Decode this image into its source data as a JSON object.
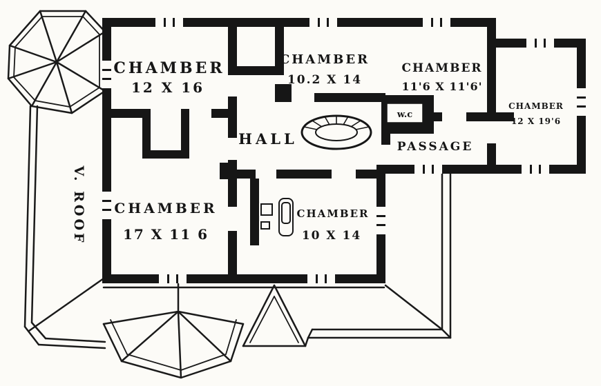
{
  "colors": {
    "ink": "#1a1a1a",
    "paper": "#fcfbf7"
  },
  "rooms": {
    "chamber_top_left": {
      "label": "CHAMBER",
      "dims": "12 X 16"
    },
    "chamber_top_middle": {
      "label": "CHAMBER",
      "dims": "10.2 X 14"
    },
    "chamber_top_right": {
      "label": "CHAMBER",
      "dims": "11'6 X 11'6'"
    },
    "chamber_far_right": {
      "label": "CHAMBER",
      "dims": "12 X 19'6"
    },
    "chamber_bottom_left": {
      "label": "CHAMBER",
      "dims": "17 X 11 6"
    },
    "chamber_bottom_middle": {
      "label": "CHAMBER",
      "dims": "10 X 14"
    },
    "hall": {
      "label": "HALL"
    },
    "wc": {
      "label": "w.c"
    },
    "passage": {
      "label": "PASSAGE"
    },
    "veranda_roof": {
      "label": "V. ROOF"
    }
  }
}
